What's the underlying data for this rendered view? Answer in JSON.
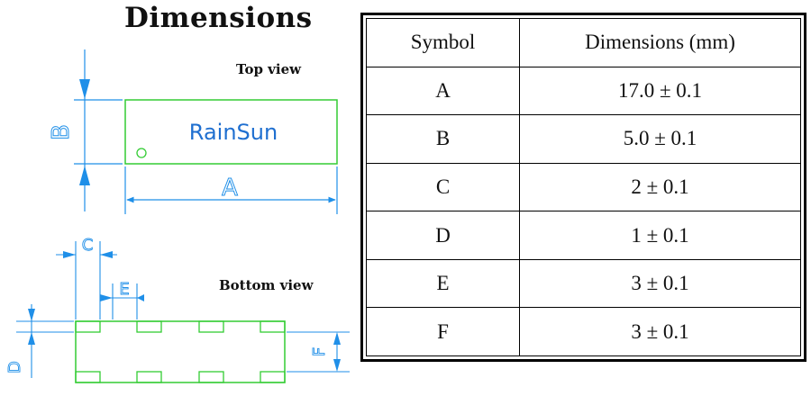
{
  "title": "Dimensions",
  "drawing": {
    "top_view_label": "Top view",
    "bottom_view_label": "Bottom view",
    "brand": "RainSun",
    "dim_labels": {
      "a": "A",
      "b": "B",
      "c": "C",
      "d": "D",
      "e": "E",
      "f": "F"
    }
  },
  "colors": {
    "outline": "#33cc33",
    "dimension": "#1f8fe8",
    "text": "#111111"
  },
  "table": {
    "headers": [
      "Symbol",
      "Dimensions (mm)"
    ],
    "rows": [
      {
        "symbol": "A",
        "value": "17.0 ± 0.1"
      },
      {
        "symbol": "B",
        "value": "5.0 ± 0.1"
      },
      {
        "symbol": "C",
        "value": "2 ± 0.1"
      },
      {
        "symbol": "D",
        "value": "1 ± 0.1"
      },
      {
        "symbol": "E",
        "value": "3 ± 0.1"
      },
      {
        "symbol": "F",
        "value": "3 ± 0.1"
      }
    ]
  }
}
